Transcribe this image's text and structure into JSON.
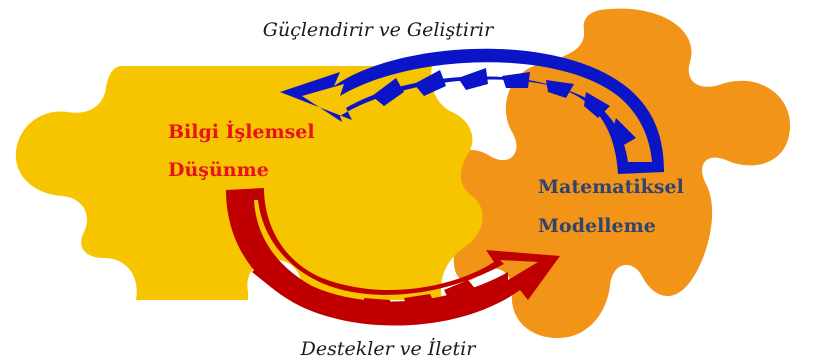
{
  "captions": {
    "top": "Güçlendirir ve Geliştirir",
    "bottom": "Destekler ve İletir"
  },
  "nodes": {
    "left": {
      "line1": "Bilgi İşlemsel",
      "line2": "Düşünme",
      "color": "#e8121c"
    },
    "right": {
      "line1": "Matematiksel",
      "line2": "Modelleme",
      "color": "#2f4470"
    }
  },
  "colors": {
    "left_puzzle": "#f7c400",
    "right_puzzle": "#f29418",
    "top_arrow": "#0a15c8",
    "bottom_arrow": "#c00000"
  }
}
